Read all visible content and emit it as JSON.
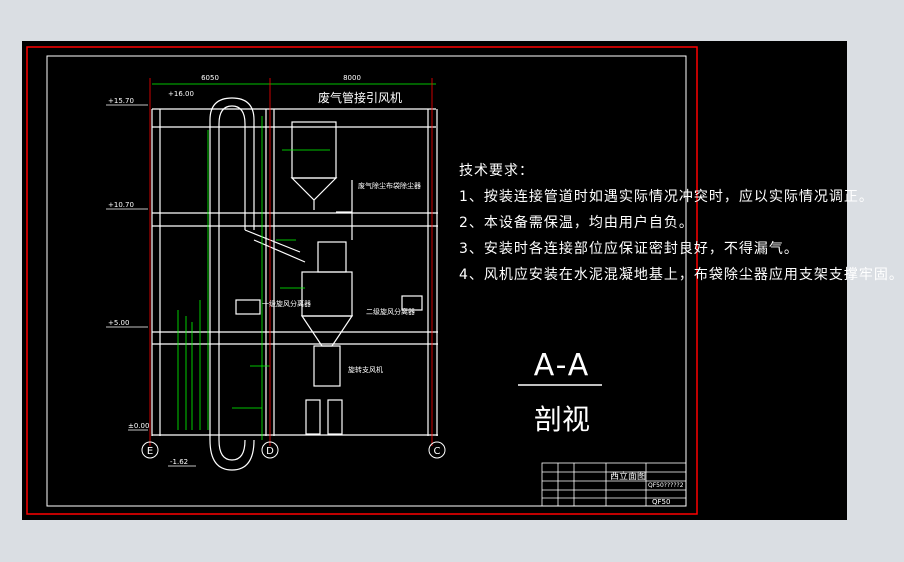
{
  "title_block_label": "废气管接引风机",
  "technical_requirements": {
    "heading": "技术要求：",
    "items": [
      "1、按装连接管道时如遇实际情况冲突时，应以实际情况调正。",
      "2、本设备需保温，均由用户自负。",
      "3、安装时各连接部位应保证密封良好，不得漏气。",
      "4、风机应安装在水泥混凝地基上，布袋除尘器应用支架支撑牢固。"
    ]
  },
  "section": {
    "label": "A-A",
    "name": "剖视"
  },
  "elevations": [
    "+15.70",
    "+10.70",
    "+5.00",
    "±0.00",
    "-1.62"
  ],
  "top_dims": [
    "6050",
    "8000"
  ],
  "level_marks": [
    "+16.00"
  ],
  "equipment_labels": {
    "dust_collector": "废气除尘布袋除尘器",
    "cyclone": "一级旋风分离器",
    "cyclone2": "二级旋风分离器",
    "fan": "旋转支风机"
  },
  "grid_axes": [
    "E",
    "D",
    "C"
  ],
  "title_table": {
    "title": "西立面图",
    "drawing_no": "QF50?????2",
    "code": "QF50"
  },
  "colors": {
    "frame": "#ff0000",
    "beam": "#ffffff",
    "pipe": "#ffffff",
    "dimension": "#00ff00",
    "label": "#ffff00"
  }
}
